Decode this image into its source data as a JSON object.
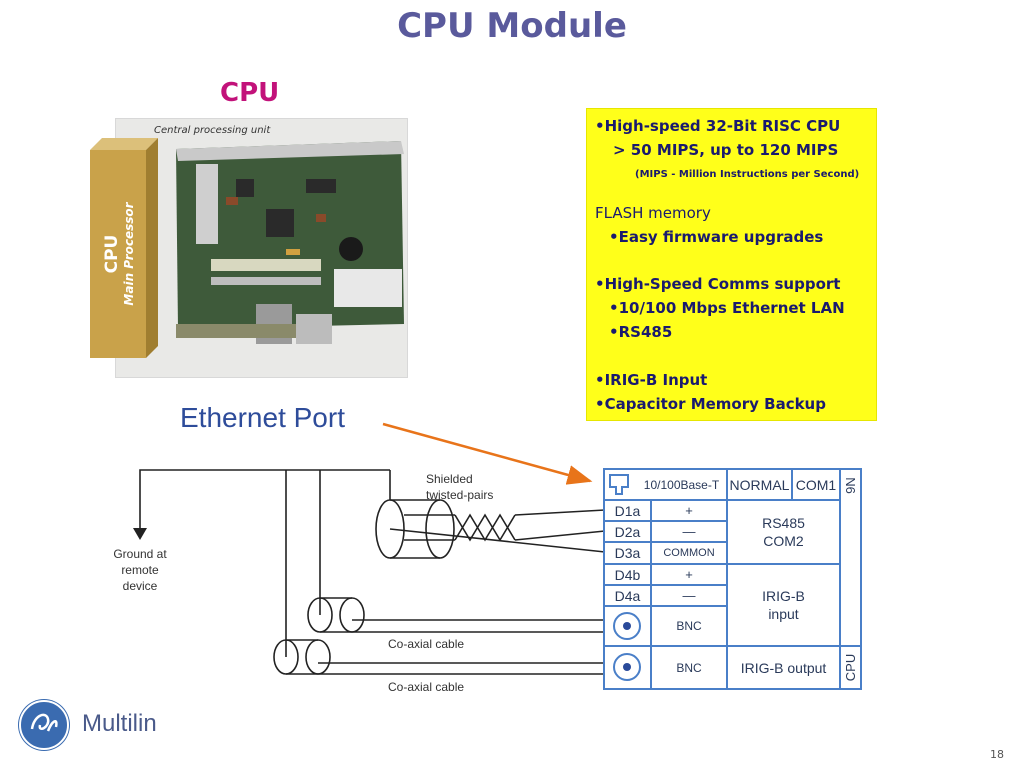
{
  "title": "CPU Module",
  "cpu_heading": "CPU",
  "photo_caption": "Central processing unit",
  "cpu_block": {
    "label": "CPU",
    "sublabel": "Main Processor"
  },
  "features": {
    "lines": [
      "•High-speed 32-Bit RISC CPU",
      "> 50 MIPS, up to 120 MIPS",
      "(MIPS - Million Instructions per Second)",
      "FLASH  memory",
      "•Easy firmware  upgrades",
      "•High-Speed Comms support",
      "•10/100 Mbps Ethernet LAN",
      "•RS485",
      "•IRIG-B Input",
      "•Capacitor Memory Backup"
    ]
  },
  "ethernet_label": "Ethernet Port",
  "wiring": {
    "ground_label": [
      "Ground at",
      "remote",
      "device"
    ],
    "shielded_label": [
      "Shielded",
      "twisted-pairs"
    ],
    "coax_label_1": "Co-axial cable",
    "coax_label_2": "Co-axial cable"
  },
  "terminal": {
    "header_port": "10/100Base-T",
    "header_normal": "NORMAL",
    "header_com1": "COM1",
    "slot_top": "N6",
    "slot_bottom": "CPU",
    "rows": [
      {
        "pin": "D1a",
        "sig": "+"
      },
      {
        "pin": "D2a",
        "sig": "—"
      },
      {
        "pin": "D3a",
        "sig": "COMMON"
      },
      {
        "pin": "D4b",
        "sig": "+"
      },
      {
        "pin": "D4a",
        "sig": "—"
      }
    ],
    "rs485_group": [
      "RS485",
      "COM2"
    ],
    "irig_in_group": [
      "IRIG-B",
      "input"
    ],
    "bnc_1": "BNC",
    "bnc_2": "BNC",
    "irig_out": "IRIG-B output"
  },
  "logo_text": "Multilin",
  "page_number": "18",
  "colors": {
    "title": "#5a5a9c",
    "cpu_heading": "#c2127a",
    "feature_bg": "#ffff1a",
    "feature_text": "#1a1a6e",
    "arrow": "#e8741a",
    "terminal_border": "#4a7fc8",
    "cpu_block": "#c9a24a"
  }
}
